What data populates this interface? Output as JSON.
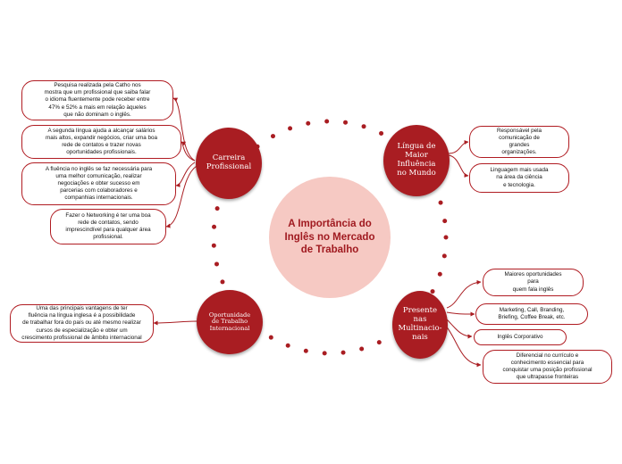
{
  "center_title": "A Importância do\nInglês no Mercado\nde Trabalho",
  "colors": {
    "accent": "#a91d22",
    "center_fill": "#f6c9c3",
    "border": "#b01c22"
  },
  "branches": {
    "carreira": {
      "label": "Carreira\nProfissional",
      "items": [
        "Pesquisa realizada pela Catho nos\nmostra que um profissional que saiba falar\no idioma fluentemente pode receber entre\n47% e 52% a mais em relação àqueles\nque não dominam o inglês.",
        "A segunda língua ajuda a alcançar salários\nmais altos, expandir negócios, criar uma boa\nrede de contatos e trazer novas\noportunidades profissionais.",
        "A fluência no inglês se faz necessária para\numa melhor comunicação, realizar\nnegociações e obter sucesso em\nparcerias com colaboradores e\ncompanhias internacionais.",
        "Fazer o Networking é ter uma boa\nrede de contatos, sendo\nimprescindível para qualquer área\nprofissional."
      ]
    },
    "lingua": {
      "label": "Língua de\nMaior\nInfluência\nno Mundo",
      "items": [
        "Responsável pela\ncomunicação de\ngrandes\norganizações.",
        "Linguagem mais usada\nna área da ciência\ne tecnologia."
      ]
    },
    "oportunidade": {
      "label": "Oportunidade\nde Trabalho\nInternacional",
      "items": [
        "Uma das principais vantagens de ter\nfluência na língua inglesa é a possibilidade\nde trabalhar fora do país ou até mesmo realizar\ncursos de especialização e obter um\ncrescimento profissional de âmbito internacional"
      ]
    },
    "presente": {
      "label": "Presente\nnas\nMultinacio-\nnais",
      "items": [
        "Maiores oportunidades\npara\nquem fala inglês",
        "Marketing, Call, Branding,\nBriefing, Coffee Break, etc.",
        "Inglês Corporativo",
        "Diferencial no currículo e\nconhecimento essencial para\nconquistar uma posição profissional\nque ultrapasse fronteiras"
      ]
    }
  }
}
